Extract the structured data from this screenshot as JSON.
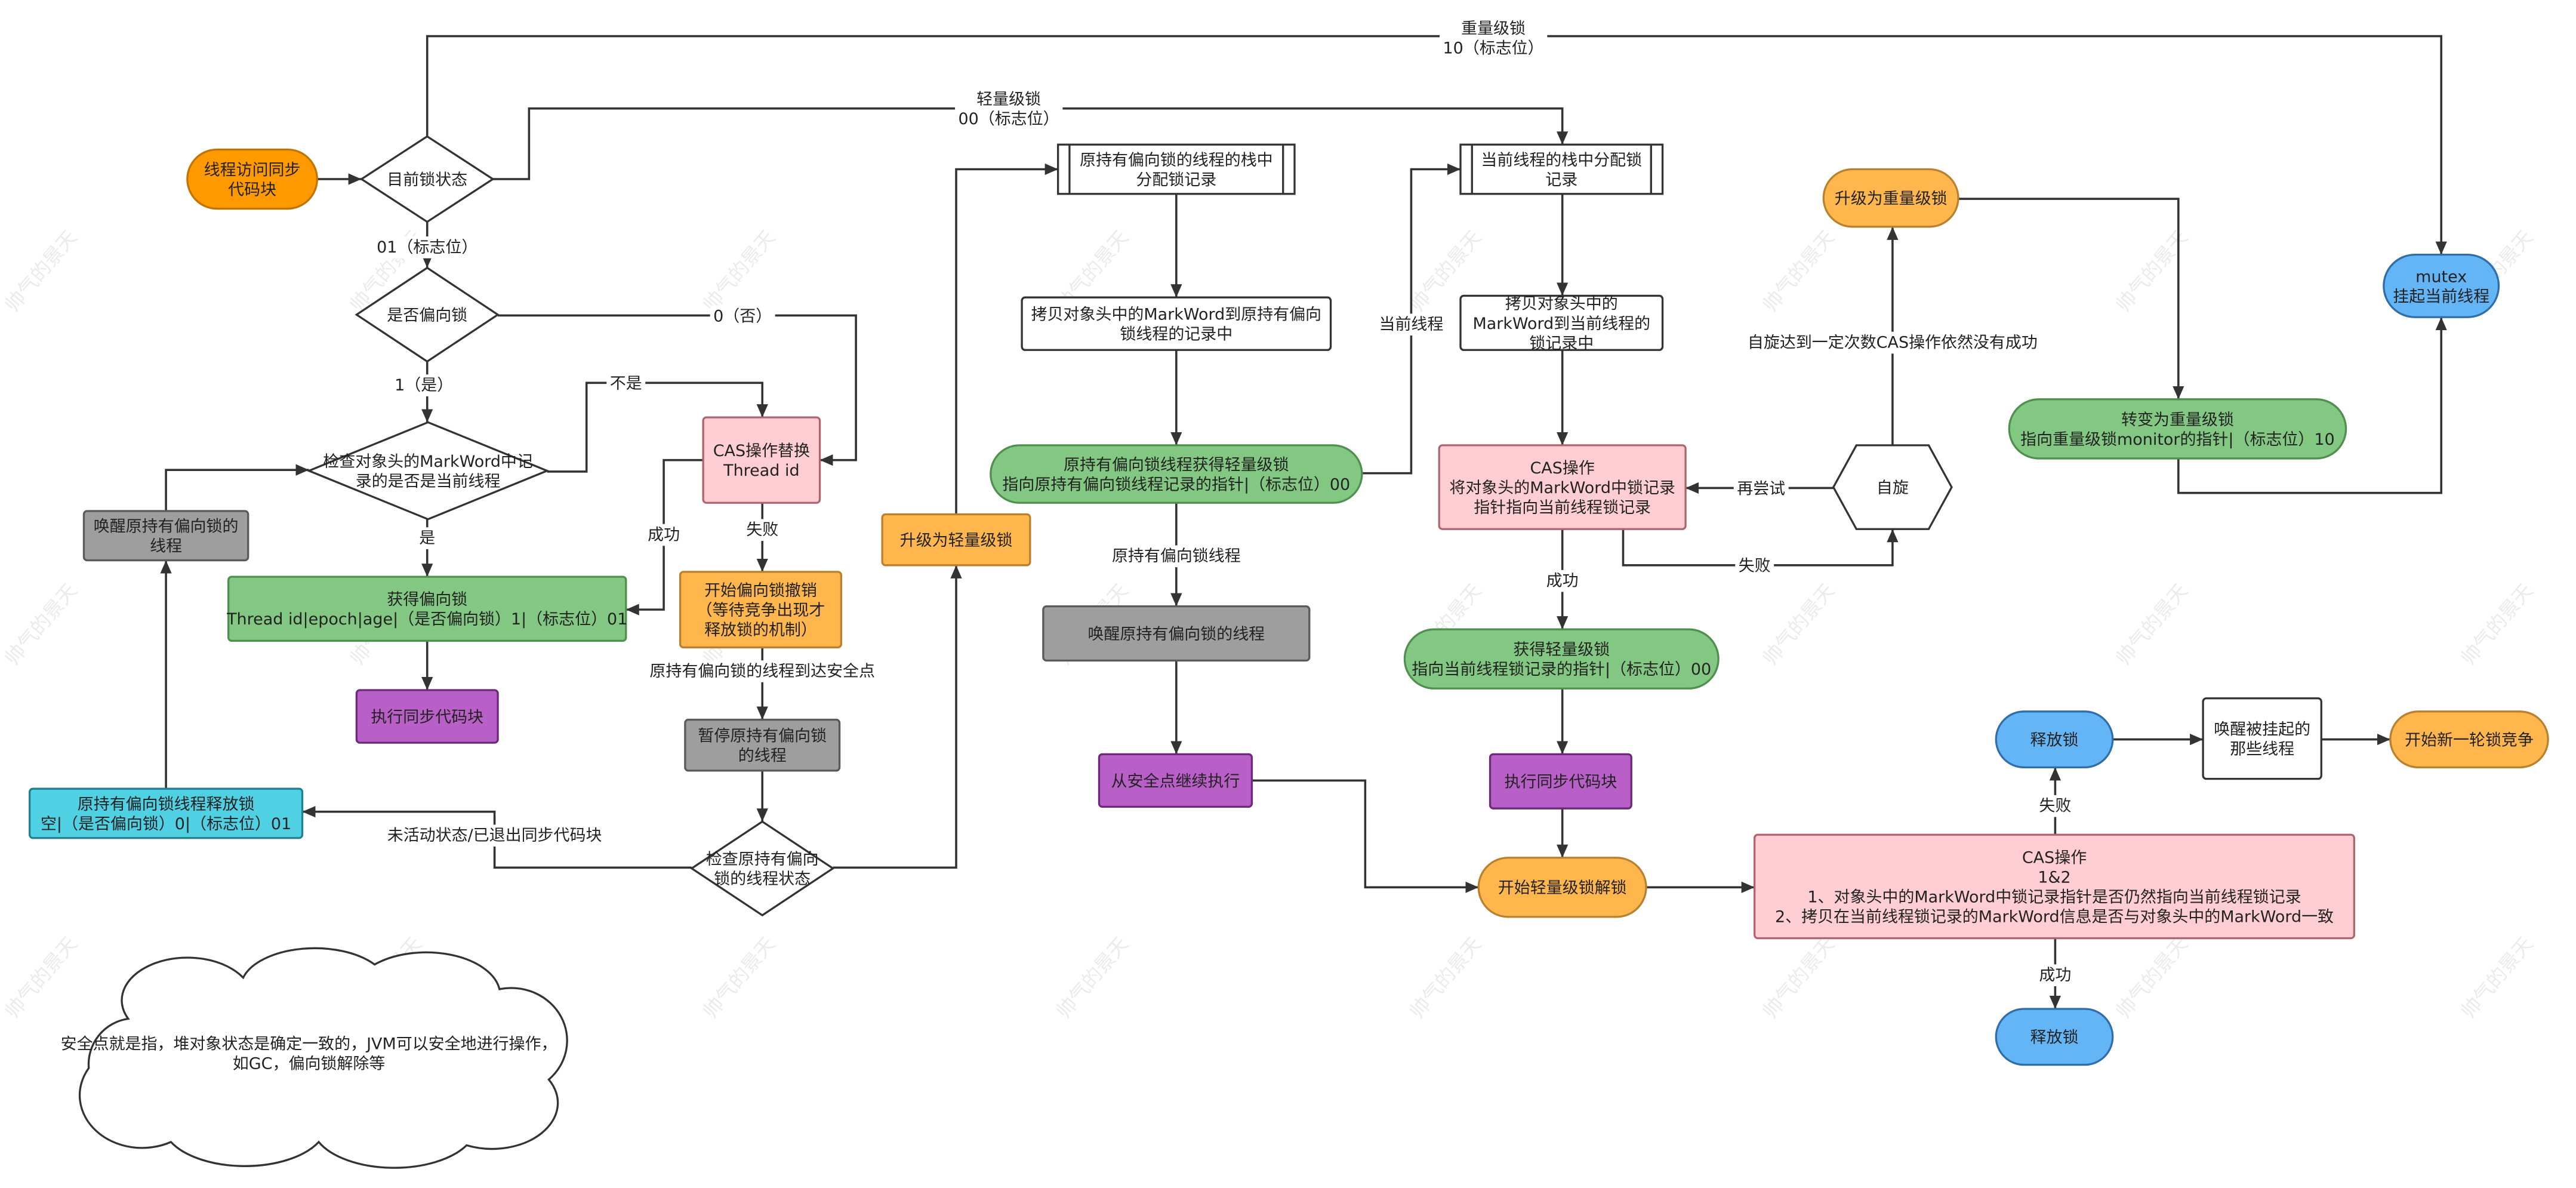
{
  "watermark": "帅气的景天",
  "palette": {
    "orange": {
      "fill": "#ff9900",
      "stroke": "#c27400"
    },
    "light_orange": {
      "fill": "#ffb74d",
      "stroke": "#b9802d"
    },
    "green": {
      "fill": "#82c882",
      "stroke": "#4f8f4f"
    },
    "gray": {
      "fill": "#9e9e9e",
      "stroke": "#5a5a5a"
    },
    "purple": {
      "fill": "#b95fc8",
      "stroke": "#6e2a7a"
    },
    "cyan": {
      "fill": "#4fd0e3",
      "stroke": "#23808e"
    },
    "pink": {
      "fill": "#ffced4",
      "stroke": "#b0646e"
    },
    "blue": {
      "fill": "#64b5f6",
      "stroke": "#2f6ea8"
    },
    "white": {
      "fill": "#ffffff",
      "stroke": "#333333"
    },
    "line": "#333333",
    "watermark_color": "#ebebeb"
  },
  "nodes": {
    "start": {
      "lines": [
        "线程访问同步",
        "代码块"
      ]
    },
    "lock_state": {
      "lines": [
        "目前锁状态"
      ]
    },
    "is_biased": {
      "lines": [
        "是否偏向锁"
      ]
    },
    "check_markword": {
      "lines": [
        "检查对象头的MarkWord中记",
        "录的是否是当前线程"
      ]
    },
    "get_biased": {
      "lines": [
        "获得偏向锁",
        "Thread id|epoch|age|（是否偏向锁）1|（标志位）01"
      ]
    },
    "exec_sync_1": {
      "lines": [
        "执行同步代码块"
      ]
    },
    "wake_owner_1": {
      "lines": [
        "唤醒原持有偏向锁的",
        "线程"
      ]
    },
    "release_biased": {
      "lines": [
        "原持有偏向锁线程释放锁",
        "空|（是否偏向锁）0|（标志位）01"
      ]
    },
    "cas_thread_id": {
      "lines": [
        "CAS操作替换",
        "Thread id"
      ]
    },
    "revoke_biased": {
      "lines": [
        "开始偏向锁撤销",
        "（等待竞争出现才",
        "释放锁的机制）"
      ]
    },
    "pause_owner": {
      "lines": [
        "暂停原持有偏向锁",
        "的线程"
      ]
    },
    "check_owner_state": {
      "lines": [
        "检查原持有偏向",
        "锁的线程状态"
      ]
    },
    "upgrade_light": {
      "lines": [
        "升级为轻量级锁"
      ]
    },
    "owner_alloc": {
      "lines": [
        "原持有偏向锁的线程的栈中",
        "分配锁记录"
      ]
    },
    "owner_copy": {
      "lines": [
        "拷贝对象头中的MarkWord到原持有偏向",
        "锁线程的记录中"
      ]
    },
    "owner_get_light": {
      "lines": [
        "原持有偏向锁线程获得轻量级锁",
        "指向原持有偏向锁线程记录的指针|（标志位）00"
      ]
    },
    "wake_owner_2": {
      "lines": [
        "唤醒原持有偏向锁的线程"
      ]
    },
    "resume_safepoint": {
      "lines": [
        "从安全点继续执行"
      ]
    },
    "cur_alloc": {
      "lines": [
        "当前线程的栈中分配锁",
        "记录"
      ]
    },
    "cur_copy": {
      "lines": [
        "拷贝对象头中的",
        "MarkWord到当前线程的",
        "锁记录中"
      ]
    },
    "cas_light": {
      "lines": [
        "CAS操作",
        "将对象头的MarkWord中锁记录",
        "指针指向当前线程锁记录"
      ]
    },
    "get_light": {
      "lines": [
        "获得轻量级锁",
        "指向当前线程锁记录的指针|（标志位）00"
      ]
    },
    "exec_sync_2": {
      "lines": [
        "执行同步代码块"
      ]
    },
    "start_unlock": {
      "lines": [
        "开始轻量级锁解锁"
      ]
    },
    "spin": {
      "lines": [
        "自旋"
      ]
    },
    "upgrade_heavy": {
      "lines": [
        "升级为重量级锁"
      ]
    },
    "to_heavy": {
      "lines": [
        "转变为重量级锁",
        "指向重量级锁monitor的指针|（标志位）10"
      ]
    },
    "mutex": {
      "lines": [
        "mutex",
        "挂起当前线程"
      ]
    },
    "cas_unlock": {
      "lines": [
        "CAS操作",
        "1&2",
        "1、对象头中的MarkWord中锁记录指针是否仍然指向当前线程锁记录",
        "2、拷贝在当前线程锁记录的MarkWord信息是否与对象头中的MarkWord一致"
      ]
    },
    "release_fail": {
      "lines": [
        "释放锁"
      ]
    },
    "wake_suspended": {
      "lines": [
        "唤醒被挂起的",
        "那些线程"
      ]
    },
    "new_round": {
      "lines": [
        "开始新一轮锁竞争"
      ]
    },
    "release_ok": {
      "lines": [
        "释放锁"
      ]
    }
  },
  "edge_labels": {
    "heavy": [
      "重量级锁",
      "10（标志位）"
    ],
    "light": [
      "轻量级锁",
      "00（标志位）"
    ],
    "flag01": [
      "01（标志位）"
    ],
    "not_biased": [
      "0（否）"
    ],
    "biased": [
      "1（是）"
    ],
    "not_current": [
      "不是"
    ],
    "is_current": [
      "是"
    ],
    "cas_ok": [
      "成功"
    ],
    "cas_fail": [
      "失败"
    ],
    "reach_safepoint": [
      "原持有偏向锁的线程到达安全点"
    ],
    "inactive": [
      "未活动状态/已退出同步代码块"
    ],
    "owner_thread": [
      "原持有偏向锁线程"
    ],
    "current_thread": [
      "当前线程"
    ],
    "retry": [
      "再尝试"
    ],
    "spin_fail": [
      "失败"
    ],
    "cas_light_ok": [
      "成功"
    ],
    "spin_exceeded": [
      "自旋达到一定次数CAS操作依然没有成功"
    ],
    "unlock_fail": [
      "失败"
    ],
    "unlock_ok": [
      "成功"
    ]
  },
  "note": {
    "lines": [
      "安全点就是指，堆对象状态是确定一致的，JVM可以安全地进行操作，",
      "如GC，偏向锁解除等"
    ]
  }
}
